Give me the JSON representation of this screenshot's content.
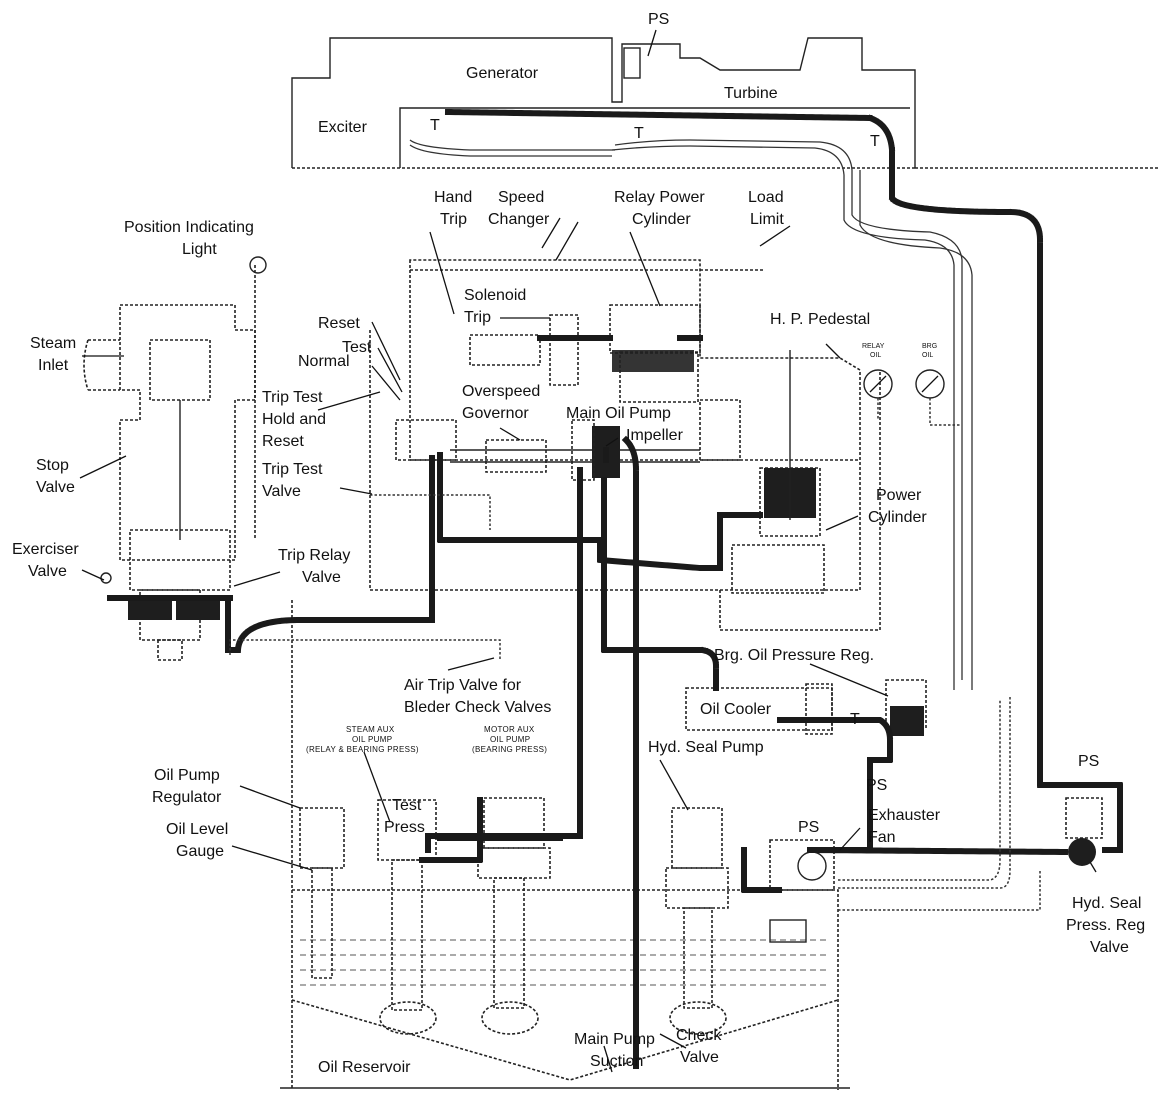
{
  "labels": {
    "ps_top": "PS",
    "generator": "Generator",
    "turbine": "Turbine",
    "exciter": "Exciter",
    "t1": "T",
    "t2": "T",
    "t3": "T",
    "hand_trip": [
      "Hand",
      "Trip"
    ],
    "speed_changer": [
      "Speed",
      "Changer"
    ],
    "relay_power_cylinder": [
      "Relay Power",
      "Cylinder"
    ],
    "load_limit": [
      "Load",
      "Limit"
    ],
    "position_indicating_light": [
      "Position Indicating",
      "Light"
    ],
    "solenoid_trip": [
      "Solenoid",
      "Trip"
    ],
    "hp_pedestal": "H. P. Pedestal",
    "relay_oil": [
      "RELAY",
      "OIL"
    ],
    "brg_oil": [
      "BRG",
      "OIL"
    ],
    "steam_inlet": [
      "Steam",
      "Inlet"
    ],
    "reset": "Reset",
    "test": "Test",
    "normal": "Normal",
    "trip_test_hold_reset": [
      "Trip Test",
      "Hold and",
      "Reset"
    ],
    "overspeed_governor": [
      "Overspeed",
      "Governor"
    ],
    "main_oil_pump_impeller": [
      "Main Oil Pump",
      "Impeller"
    ],
    "stop_valve": [
      "Stop",
      "Valve"
    ],
    "trip_test_valve": [
      "Trip Test",
      "Valve"
    ],
    "power_cylinder": [
      "Power",
      "Cylinder"
    ],
    "exerciser_valve": [
      "Exerciser",
      "Valve"
    ],
    "trip_relay_valve": [
      "Trip Relay",
      "Valve"
    ],
    "brg_oil_pressure_reg": "Brg. Oil Pressure Reg.",
    "air_trip_valve": [
      "Air Trip Valve for",
      "Bleder Check Valves"
    ],
    "oil_cooler": "Oil Cooler",
    "t4": "T",
    "steam_aux_pump": [
      "STEAM AUX",
      "OIL PUMP",
      "(RELAY & BEARING PRESS)"
    ],
    "motor_aux_pump": [
      "MOTOR AUX",
      "OIL PUMP",
      "(BEARING PRESS)"
    ],
    "hyd_seal_pump": "Hyd. Seal Pump",
    "ps_mid": "PS",
    "ps_right": "PS",
    "oil_pump_regulator": [
      "Oil Pump",
      "Regulator"
    ],
    "test_press": [
      "Test",
      "Press"
    ],
    "exhauster_fan": [
      "Exhauster",
      "Fan"
    ],
    "ps_fan": "PS",
    "oil_level_gauge": [
      "Oil Level",
      "Gauge"
    ],
    "hyd_seal_press_reg_valve": [
      "Hyd. Seal",
      "Press. Reg",
      "Valve"
    ],
    "main_pump_suction": [
      "Main Pump",
      "Suction"
    ],
    "check_valve": [
      "Check",
      "Valve"
    ],
    "oil_reservoir": "Oil Reservoir"
  },
  "colors": {
    "line": "#1a1a1a",
    "background": "#ffffff"
  }
}
